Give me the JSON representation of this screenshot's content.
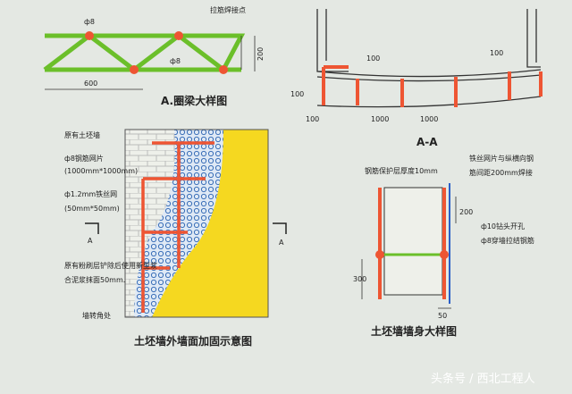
{
  "ring_beam": {
    "title": "A.圈梁大样图",
    "bar_top": "ф8",
    "bar_bottom": "ф8",
    "weld_label": "拉筋焊接点",
    "height_dim": "200",
    "span_dim": "600"
  },
  "section_aa": {
    "title": "A-A",
    "dims_top": [
      "100",
      "100"
    ],
    "dims_left": [
      "100",
      "100"
    ],
    "dims_bottom": [
      "1000",
      "1000"
    ]
  },
  "reinforce": {
    "title": "土坯墙外墙面加固示意图",
    "labels": [
      "原有土坯墙",
      "ф8钢筋网片",
      "(1000mm*1000mm)",
      "ф1.2mm铁丝网",
      "(50mm*50mm)",
      "原有粉刷层铲除后使用新型浆",
      "合泥浆抹面50mm.",
      "墙转角处"
    ],
    "section_mark": "A"
  },
  "wall_detail": {
    "title": "土坯墙墙身大样图",
    "labels": [
      "钢筋保护层厚度10mm",
      "铁丝网片与纵横向钢",
      "筋间距200mm焊接",
      "ф10钻头开孔",
      "ф8穿墙拉结钢筋"
    ],
    "dim_200": "200",
    "dim_300": "300",
    "dim_50": "50"
  },
  "watermark": "头条号 / 西北工程人"
}
